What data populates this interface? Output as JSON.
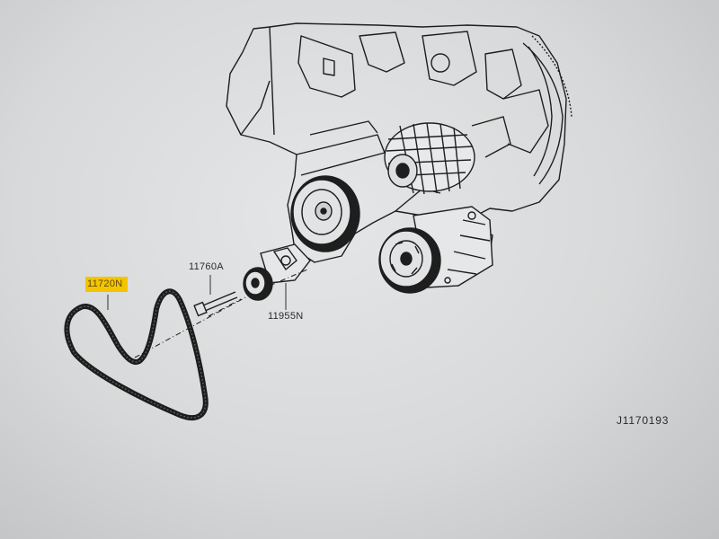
{
  "callouts": {
    "belt": "11720N",
    "bolt": "11760A",
    "tensioner": "11955N"
  },
  "figure_code": "J1170193",
  "highlight_color": "#f5c400",
  "parts": [
    "engine-block-icon",
    "alternator-icon",
    "crank-pulley-icon",
    "ac-compressor-icon",
    "idler-pulley-icon",
    "tensioner-bolt-icon",
    "drive-belt-icon"
  ]
}
